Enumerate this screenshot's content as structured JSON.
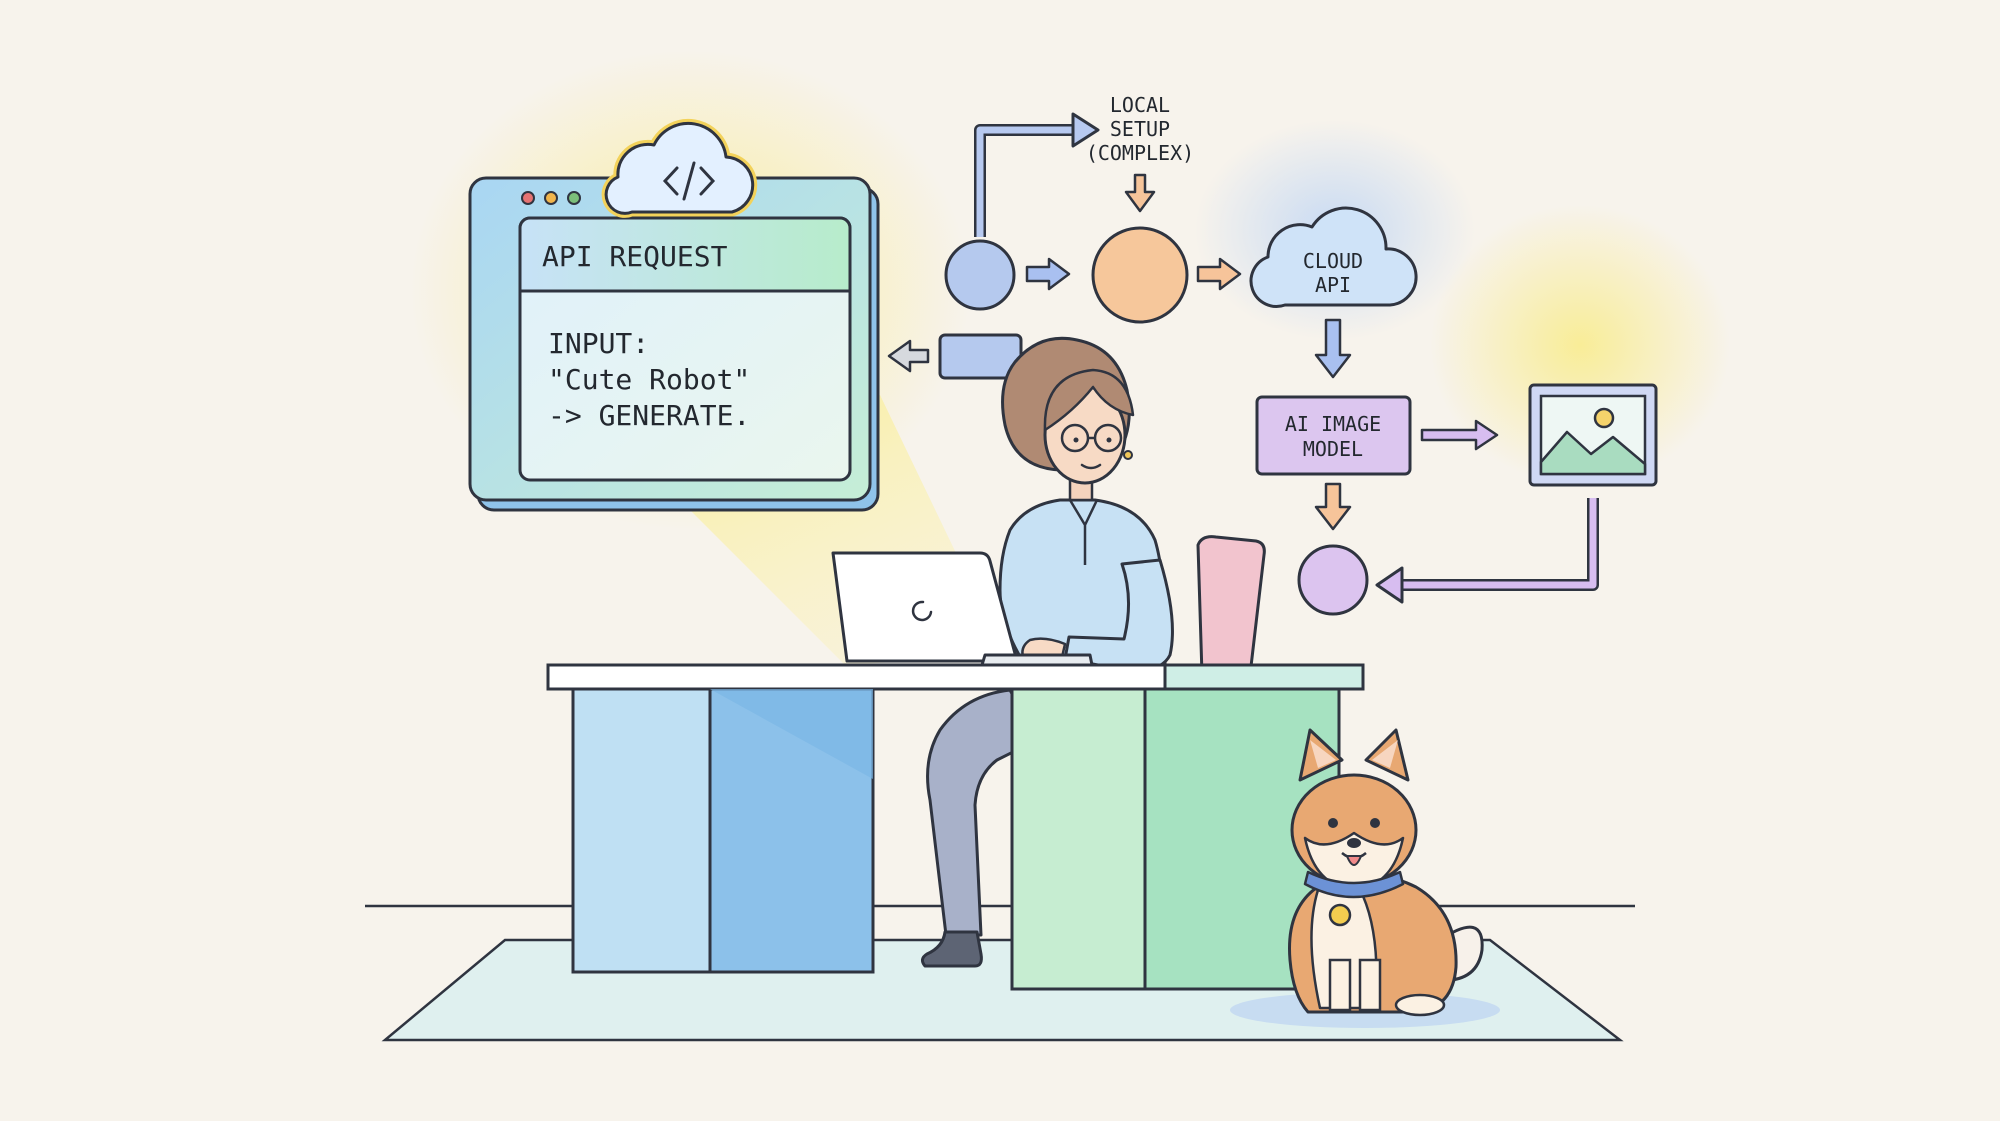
{
  "window": {
    "title": "API REQUEST",
    "body_lines": [
      "INPUT:",
      "\"Cute Robot\"",
      "-> GENERATE."
    ],
    "cloud_icon": "code-cloud-icon",
    "traffic_light_colors": [
      "#e57373",
      "#f1b54b",
      "#7cbf7a"
    ]
  },
  "flow": {
    "local_setup_lines": [
      "LOCAL",
      "SETUP",
      "(COMPLEX)"
    ],
    "cloud_api_lines": [
      "CLOUD",
      "API"
    ],
    "ai_model_lines": [
      "AI IMAGE",
      "MODEL"
    ],
    "output_icon": "image-landscape-icon"
  },
  "colors": {
    "background": "#f7f3ec",
    "blue_node": "#b5c9ee",
    "orange_node": "#f6c79b",
    "purple_node": "#dbc3ec",
    "blue_arrow": "#7f9bdc",
    "orange_arrow": "#ec9f6c",
    "purple_arrow": "#b98fd6",
    "window_header": "#bfe7dc",
    "highlight_yellow": "#f7ec9a"
  },
  "characters": {
    "person": "woman-with-glasses-at-laptop",
    "dog": "shiba-inu-dog"
  }
}
